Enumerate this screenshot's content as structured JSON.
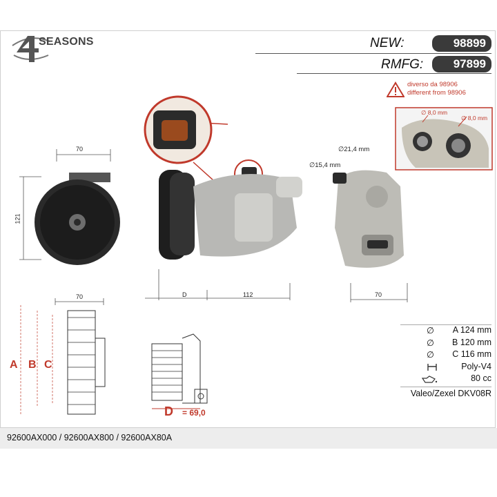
{
  "brand": {
    "name": "SEASONS",
    "mark": "4"
  },
  "header": {
    "new_label": "NEW:",
    "new_value": "98899",
    "rmfg_label": "RMFG:",
    "rmfg_value": "97899"
  },
  "warning": {
    "line1": "diverso da 98906",
    "line2": "different from 98906",
    "hole_a": "∅ 8,0 mm",
    "hole_b": "∅ 8,0 mm"
  },
  "dimensions": {
    "front_width": "70",
    "front_height": "121",
    "port_large": "∅21,4 mm",
    "port_small": "∅15,4 mm",
    "side_width": "70",
    "body_d": "D",
    "body_length": "112",
    "pulley_width": "70",
    "d_label": "D",
    "d_value": "= 69,0"
  },
  "pulley_letters": {
    "a": "A",
    "b": "B",
    "c": "C"
  },
  "specs": {
    "a": "A 124 mm",
    "b": "B 120 mm",
    "c": "C 116 mm",
    "belt": "Poly-V4",
    "oil": "80 cc",
    "model": "Valeo/Zexel DKV08R"
  },
  "footer": {
    "oe_numbers": "92600AX000 / 92600AX800 / 92600AX80A"
  },
  "colors": {
    "accent_red": "#c0392b",
    "pill_bg": "#3a3a3a",
    "footer_bg": "#ededed"
  }
}
